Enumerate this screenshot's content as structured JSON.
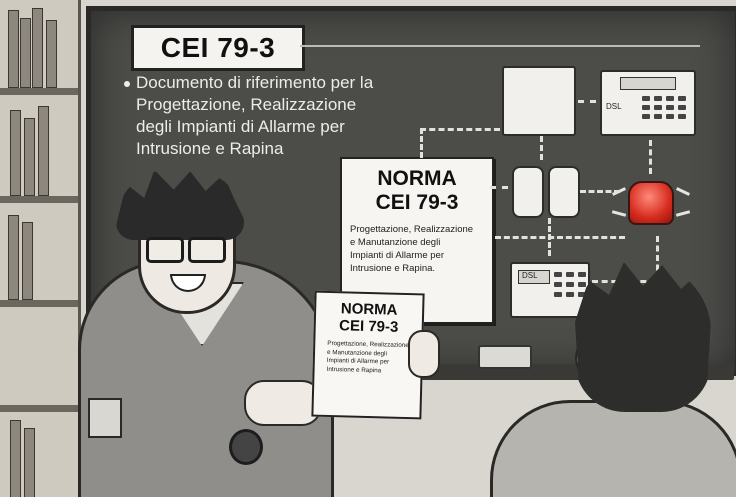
{
  "board": {
    "title": "CEI 79-3",
    "bullet_line1": "Documento di riferimento per la",
    "bullet_line2": "Progettazione, Realizzazione",
    "bullet_line3": "degli Impianti di Allarme per",
    "bullet_line4": "Intrusione e Rapina"
  },
  "poster": {
    "heading1": "NORMA",
    "heading2": "CEI 79-3",
    "line1": "Progettazione, Realizzazione",
    "line2": "e Manutanzione degli",
    "line3": "Impianti di Allarme per",
    "line4": "Intrusione e Rapina."
  },
  "held_document": {
    "heading1": "NORMA",
    "heading2": "CEI 79-3",
    "line1": "Progettazione, Realizzazione",
    "line2": "e Manutanzione degli",
    "line3": "Impianti di Allarme per",
    "line4": "Intrusione e Rapina"
  },
  "devices": {
    "control_panel_label": "DSL",
    "keypad_label": "DSL"
  },
  "colors": {
    "board": "#4c4c49",
    "chalk": "#eeece6",
    "siren_red": "#d62c1f"
  }
}
